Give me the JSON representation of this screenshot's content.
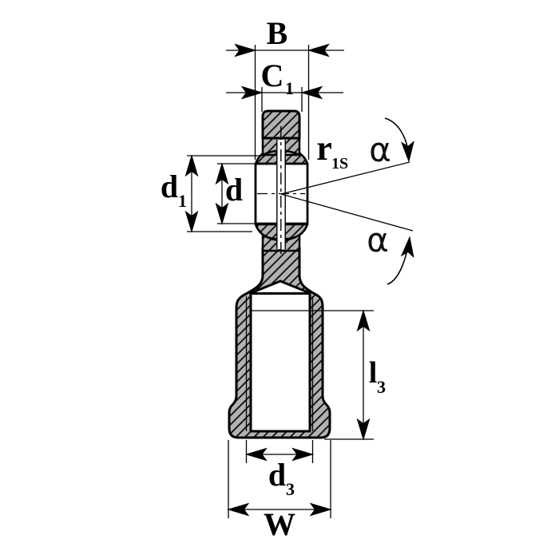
{
  "figure": {
    "kind": "dimensioned engineering cross-section drawing",
    "subject": "rod end spherical bearing with internally threaded shank"
  },
  "colors": {
    "background": "#ffffff",
    "part_fill": "#b2b2b2",
    "line": "#000000"
  },
  "labels": {
    "B": "B",
    "C1": {
      "base": "C",
      "sub": "1"
    },
    "d1": {
      "base": "d",
      "sub": "1"
    },
    "d": "d",
    "r1S": {
      "base": "r",
      "sub": "1S"
    },
    "alpha_upper": "α",
    "alpha_lower": "α",
    "l3": {
      "base": "l",
      "sub": "3"
    },
    "d3": {
      "base": "d",
      "sub": "3"
    },
    "W": "W"
  }
}
